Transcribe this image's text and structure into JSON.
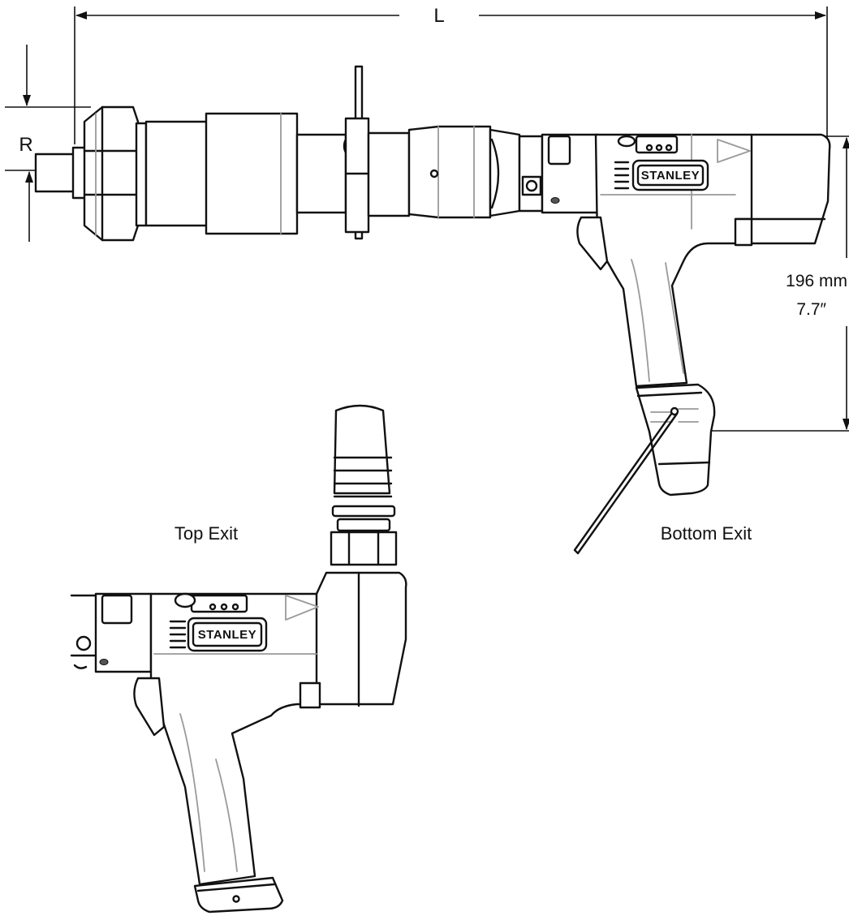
{
  "dimensions": {
    "length_label": "L",
    "radius_label": "R",
    "height_mm": "196 mm",
    "height_in": "7.7″"
  },
  "captions": {
    "top_exit": "Top Exit",
    "bottom_exit": "Bottom Exit"
  },
  "logo": {
    "brand": "STANLEY"
  }
}
